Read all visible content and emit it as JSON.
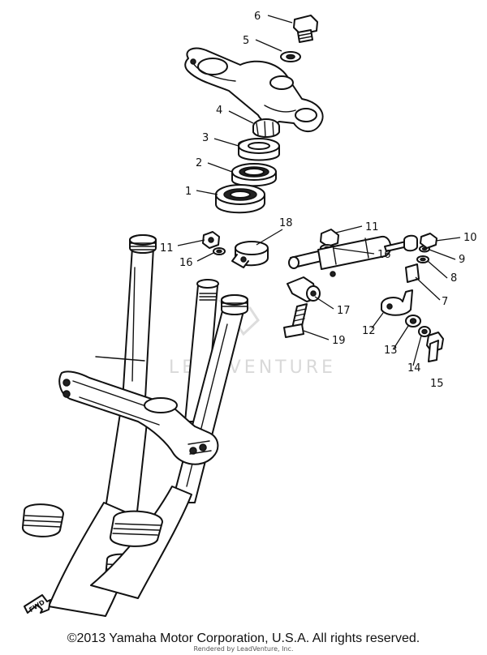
{
  "callouts": [
    {
      "num": "1"
    },
    {
      "num": "2"
    },
    {
      "num": "3"
    },
    {
      "num": "4"
    },
    {
      "num": "5"
    },
    {
      "num": "6"
    },
    {
      "num": "7"
    },
    {
      "num": "8"
    },
    {
      "num": "9"
    },
    {
      "num": "10"
    },
    {
      "num": "11"
    },
    {
      "num": "11"
    },
    {
      "num": "12"
    },
    {
      "num": "13"
    },
    {
      "num": "14"
    },
    {
      "num": "15"
    },
    {
      "num": "16"
    },
    {
      "num": "16"
    },
    {
      "num": "17"
    },
    {
      "num": "18"
    },
    {
      "num": "19"
    }
  ],
  "fwd_label": "FWD",
  "watermark": "LEADVENTURE",
  "copyright": "©2013 Yamaha Motor Corporation, U.S.A. All rights reserved.",
  "rendered_by": "Rendered by LeadVenture, Inc."
}
